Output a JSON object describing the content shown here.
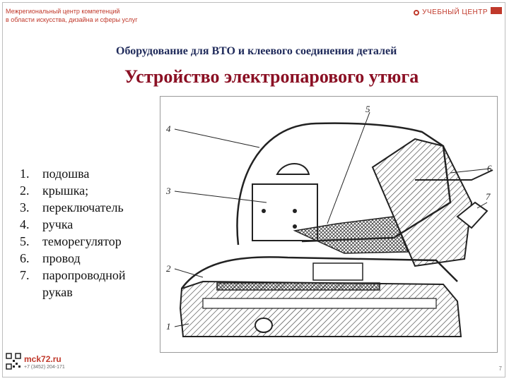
{
  "header": {
    "org_line1": "Межрегиональный центр компетенций",
    "org_line2": "в области искусства, дизайна и сферы услуг",
    "brand": "УЧЕБНЫЙ ЦЕНТР"
  },
  "subtitle": "Оборудование для ВТО и клеевого соединения деталей",
  "title": "Устройство электропарового утюга",
  "parts": [
    {
      "num": "1.",
      "label": "подошва"
    },
    {
      "num": "2.",
      "label": "крышка;"
    },
    {
      "num": "3.",
      "label": "переключатель"
    },
    {
      "num": "4.",
      "label": "ручка"
    },
    {
      "num": "5.",
      "label": "теморегулятор"
    },
    {
      "num": "6.",
      "label": "провод"
    },
    {
      "num": "7.",
      "label": "паропроводной рукав"
    }
  ],
  "figure": {
    "callouts": [
      "1",
      "2",
      "3",
      "4",
      "5",
      "6",
      "7"
    ]
  },
  "footer": {
    "site": "mck72.ru",
    "phone": "+7 (3452) 204-171",
    "page": "7"
  },
  "colors": {
    "accent": "#c0392b",
    "title": "#8b1024",
    "subtitle": "#1f2a5a"
  }
}
